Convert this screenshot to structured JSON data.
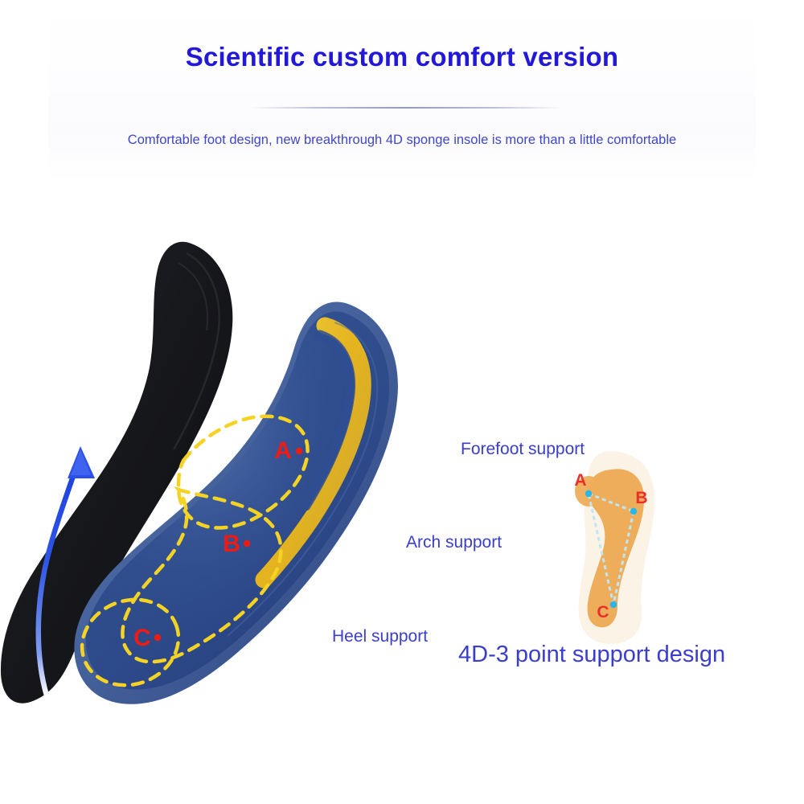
{
  "header": {
    "title": "Scientific custom comfort version",
    "subtitle": "Comfortable foot design, new breakthrough 4D sponge insole is more than a little comfortable",
    "title_color": "#2218d8",
    "subtitle_color": "#3f46c9"
  },
  "callouts": [
    {
      "marker": "A",
      "label": "Forefoot support"
    },
    {
      "marker": "B",
      "label": "Arch support"
    },
    {
      "marker": "C",
      "label": "Heel support"
    }
  ],
  "diagram": {
    "caption": "4D-3 point support design",
    "points": [
      {
        "id": "A",
        "label": "A"
      },
      {
        "id": "B",
        "label": "B"
      },
      {
        "id": "C",
        "label": "C"
      }
    ],
    "foot_fill": "#eead5a",
    "outline_fill": "#fbf3e6",
    "dot_color": "#2ab7e8",
    "label_color": "#e8312a"
  },
  "product": {
    "black_insole_color": "#17181c",
    "blue_insole_color": "#2e4b92",
    "arch_band_color": "#f2c21c",
    "zone_dash_color": "#f5d324",
    "arrow_color": "#2a50e8",
    "marker_color": "#ee1b14",
    "leader_line_start_color": "#9c1b36",
    "leader_line_end_color": "#3a3ecb"
  }
}
